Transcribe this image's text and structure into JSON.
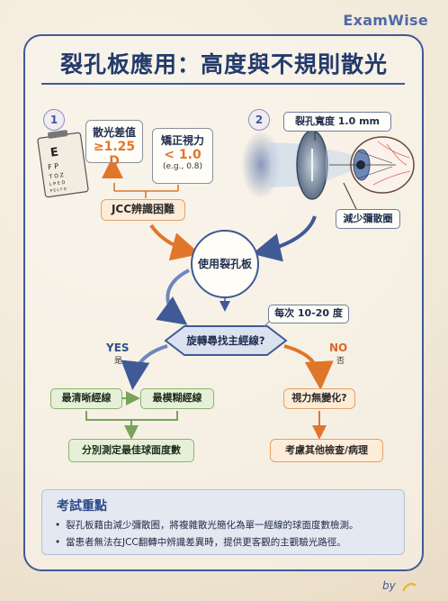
{
  "brand": "ExamWise",
  "title": "裂孔板應用：高度與不規則散光",
  "section1": {
    "number": "1",
    "astig": {
      "label": "散光差值",
      "value": "≥1.25 D"
    },
    "acuity": {
      "label": "矯正視力",
      "value": "< 1.0",
      "note": "(e.g., 0.8)"
    },
    "jcc": "JCC辨識困難"
  },
  "section2": {
    "number": "2",
    "slit_width": "裂孔寬度 1.0 mm",
    "reduce": "減少彌散圈"
  },
  "center": {
    "use": "使用裂孔板",
    "step": "每次 10-20 度",
    "decision": "旋轉尋找主經線?"
  },
  "yes_branch": {
    "label": "YES",
    "sub": "是",
    "clearest": "最清晰經線",
    "blurriest": "最模糊經線",
    "result": "分別測定最佳球面度數"
  },
  "no_branch": {
    "label": "NO",
    "sub": "否",
    "question": "視力無變化?",
    "result": "考慮其他檢查/病理"
  },
  "exam": {
    "heading": "考試重點",
    "bullets": [
      "裂孔板藉由減少彌散圈，將複雜散光簡化為單一經線的球面度數檢測。",
      "當患者無法在JCC翻轉中辨識差異時，提供更客觀的主觀驗光路徑。"
    ]
  },
  "footer": {
    "by": "by"
  },
  "colors": {
    "navy": "#3f5a96",
    "orange": "#e0762a",
    "green": "#8cb26c"
  }
}
